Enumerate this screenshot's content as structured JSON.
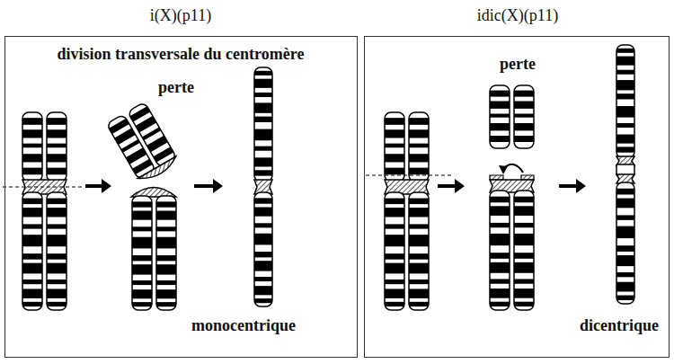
{
  "diagram": {
    "nodes": [
      {
        "text": [
          "i(X)(p11)",
          "division transversale du centromère",
          "perte",
          "monocentrique"
        ]
      },
      {
        "text": [
          "idic(X)(p11)",
          "perte",
          "dicentrique"
        ]
      }
    ]
  }
}
